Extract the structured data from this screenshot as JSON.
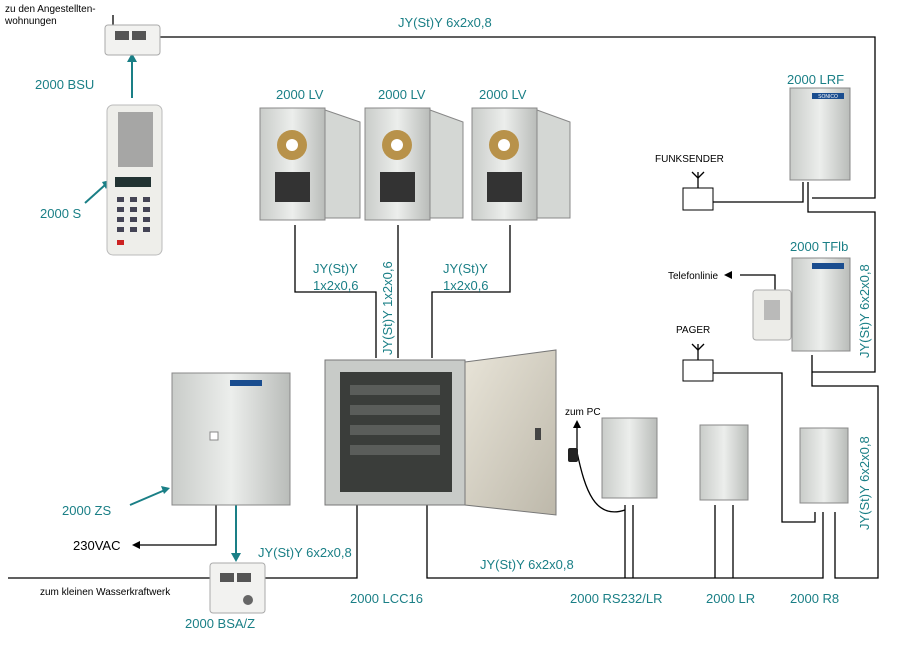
{
  "colors": {
    "label": "#1a7f86",
    "wire": "#000000",
    "arrow": "#1a7f86",
    "housing": "#d9dbd8"
  },
  "labels": {
    "angestellten_1": "zu den Angestellten-",
    "angestellten_2": "wohnungen",
    "bsu": "2000 BSU",
    "s": "2000 S",
    "zs": "2000 ZS",
    "vac": "230VAC",
    "wasserkraft": "zum kleinen Wasserkraftwerk",
    "bsaz": "2000 BSA/Z",
    "lv1": "2000 LV",
    "lv2": "2000 LV",
    "lv3": "2000 LV",
    "lcc16": "2000 LCC16",
    "lrf": "2000 LRF",
    "funksender": "FUNKSENDER",
    "tflb": "2000 TFlb",
    "telefonlinie": "Telefonlinie",
    "pager": "PAGER",
    "zum_pc": "zum PC",
    "rs232": "2000 RS232/LR",
    "lr": "2000 LR",
    "r8": "2000 R8",
    "brand": "SONICO"
  },
  "cables": {
    "top": "JY(St)Y 6x2x0,8",
    "lv_left_1": "JY(St)Y",
    "lv_left_2": "1x2x0,6",
    "lv_mid": "JY(St)Y 1x2x0,6",
    "lv_right_1": "JY(St)Y",
    "lv_right_2": "1x2x0,6",
    "bottom_left": "JY(St)Y 6x2x0,8",
    "bottom_mid": "JY(St)Y 6x2x0,8",
    "right_upper": "JY(St)Y 6x2x0,8",
    "right_lower": "JY(St)Y 6x2x0,8"
  }
}
